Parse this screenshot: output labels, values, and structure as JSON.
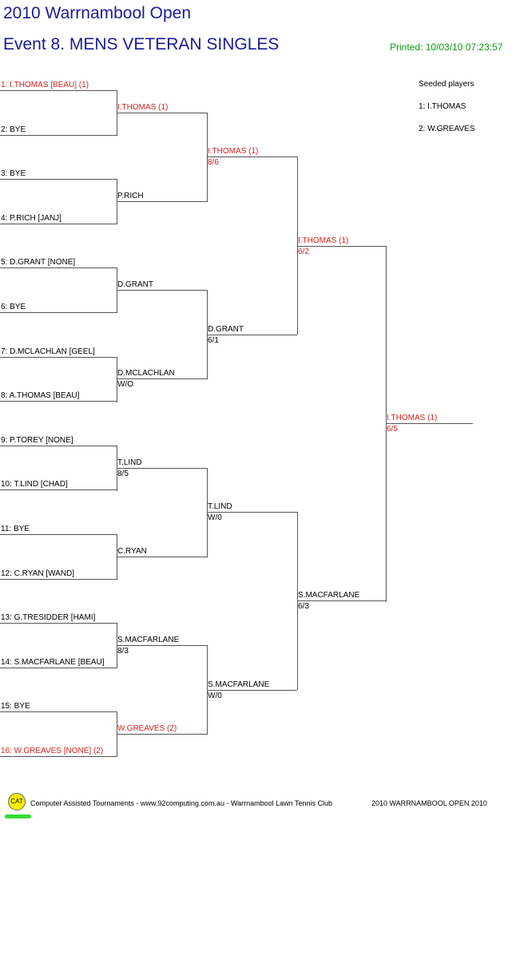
{
  "header": {
    "tournament_title": "2010 Warrnambool Open",
    "event_title": "Event 8. MENS VETERAN SINGLES",
    "printed": "Printed: 10/03/10 07:23:57"
  },
  "seeds": {
    "heading": "Seeded players",
    "list": [
      "1: I.THOMAS",
      "2: W.GREAVES"
    ]
  },
  "colors": {
    "title": "#1a1a9a",
    "seeded": "#d42222",
    "printed": "#119911",
    "line": "#555555"
  },
  "round1": [
    {
      "label": "1: I.THOMAS [BEAU] (1)",
      "seeded": true
    },
    {
      "label": "2: BYE",
      "seeded": false
    },
    {
      "label": "3: BYE",
      "seeded": false
    },
    {
      "label": "4: P.RICH [JANJ]",
      "seeded": false
    },
    {
      "label": "5: D.GRANT [NONE]",
      "seeded": false
    },
    {
      "label": "6: BYE",
      "seeded": false
    },
    {
      "label": "7: D.MCLACHLAN [GEEL]",
      "seeded": false
    },
    {
      "label": "8: A.THOMAS [BEAU]",
      "seeded": false
    },
    {
      "label": "9: P.TOREY [NONE]",
      "seeded": false
    },
    {
      "label": "10: T.LIND [CHAD]",
      "seeded": false
    },
    {
      "label": "11: BYE",
      "seeded": false
    },
    {
      "label": "12: C.RYAN [WAND]",
      "seeded": false
    },
    {
      "label": "13: G.TRESIDDER [HAMI]",
      "seeded": false
    },
    {
      "label": "14: S.MACFARLANE [BEAU]",
      "seeded": false
    },
    {
      "label": "15: BYE",
      "seeded": false
    },
    {
      "label": "16: W.GREAVES [NONE] (2)",
      "seeded": true
    }
  ],
  "round2": [
    {
      "name": "I.THOMAS (1)",
      "score": "",
      "seeded": true
    },
    {
      "name": "P.RICH",
      "score": "",
      "seeded": false
    },
    {
      "name": "D.GRANT",
      "score": "",
      "seeded": false
    },
    {
      "name": "D.MCLACHLAN",
      "score": "W/O",
      "seeded": false
    },
    {
      "name": "T.LIND",
      "score": "8/5",
      "seeded": false
    },
    {
      "name": "C.RYAN",
      "score": "",
      "seeded": false
    },
    {
      "name": "S.MACFARLANE",
      "score": "8/3",
      "seeded": false
    },
    {
      "name": "W.GREAVES (2)",
      "score": "",
      "seeded": true
    }
  ],
  "round3": [
    {
      "name": "I.THOMAS (1)",
      "score": "8/6",
      "seeded": true
    },
    {
      "name": "D.GRANT",
      "score": "6/1",
      "seeded": false
    },
    {
      "name": "T.LIND",
      "score": "W/0",
      "seeded": false
    },
    {
      "name": "S.MACFARLANE",
      "score": "W/0",
      "seeded": false
    }
  ],
  "round4": [
    {
      "name": "I.THOMAS (1)",
      "score": "6/2",
      "seeded": true
    },
    {
      "name": "S.MACFARLANE",
      "score": "6/3",
      "seeded": false
    }
  ],
  "final": {
    "name": "I.THOMAS (1)",
    "score": "6/5",
    "seeded": true
  },
  "footer": {
    "logo": "CAT",
    "credit": "Computer Assisted Tournaments - www.92computing.com.au -  Warrnambool Lawn Tennis Club",
    "event": "2010 WARRNAMBOOL OPEN 2010"
  }
}
